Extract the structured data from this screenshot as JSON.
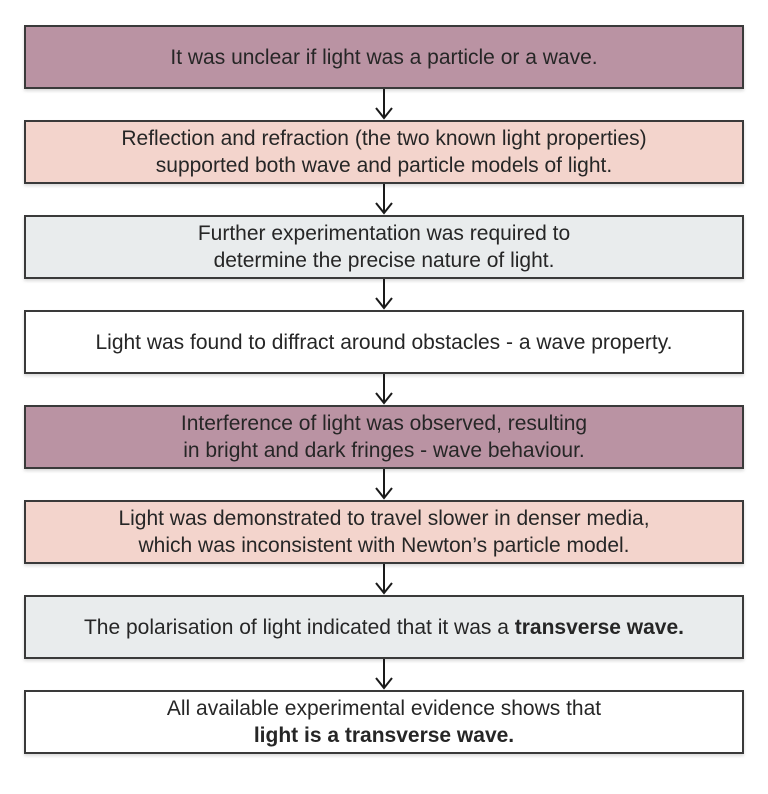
{
  "colors": {
    "border": "#3a3a3a",
    "text": "#262626",
    "arrow": "#1a1a1a",
    "background": "#ffffff",
    "mauve": "#ba93a3",
    "pink": "#f3d4cc",
    "grey": "#e9eced",
    "white": "#ffffff"
  },
  "steps": [
    {
      "bg": "#ba93a3",
      "lines": [
        {
          "text": "It was unclear if light was a particle or a wave."
        }
      ]
    },
    {
      "bg": "#f3d4cc",
      "lines": [
        {
          "text": "Reflection and refraction (the two known light properties)"
        },
        {
          "text": "supported both wave and particle models of light."
        }
      ]
    },
    {
      "bg": "#e9eced",
      "lines": [
        {
          "text": "Further experimentation was required to"
        },
        {
          "text": "determine the precise nature of light."
        }
      ]
    },
    {
      "bg": "#ffffff",
      "lines": [
        {
          "text": "Light was found to diffract around obstacles - a wave property."
        }
      ]
    },
    {
      "bg": "#ba93a3",
      "lines": [
        {
          "text": "Interference of light was observed, resulting"
        },
        {
          "text": "in bright and dark fringes - wave behaviour."
        }
      ]
    },
    {
      "bg": "#f3d4cc",
      "lines": [
        {
          "text": "Light was demonstrated to travel slower in denser media,"
        },
        {
          "text": "which was inconsistent with Newton’s particle model."
        }
      ]
    },
    {
      "bg": "#e9eced",
      "lines": [
        {
          "text": "The polarisation of light indicated that it was a ",
          "bold": "transverse wave."
        }
      ]
    },
    {
      "bg": "#ffffff",
      "lines": [
        {
          "text": "All available experimental evidence shows that"
        },
        {
          "bold": "light is a transverse wave."
        }
      ]
    }
  ]
}
